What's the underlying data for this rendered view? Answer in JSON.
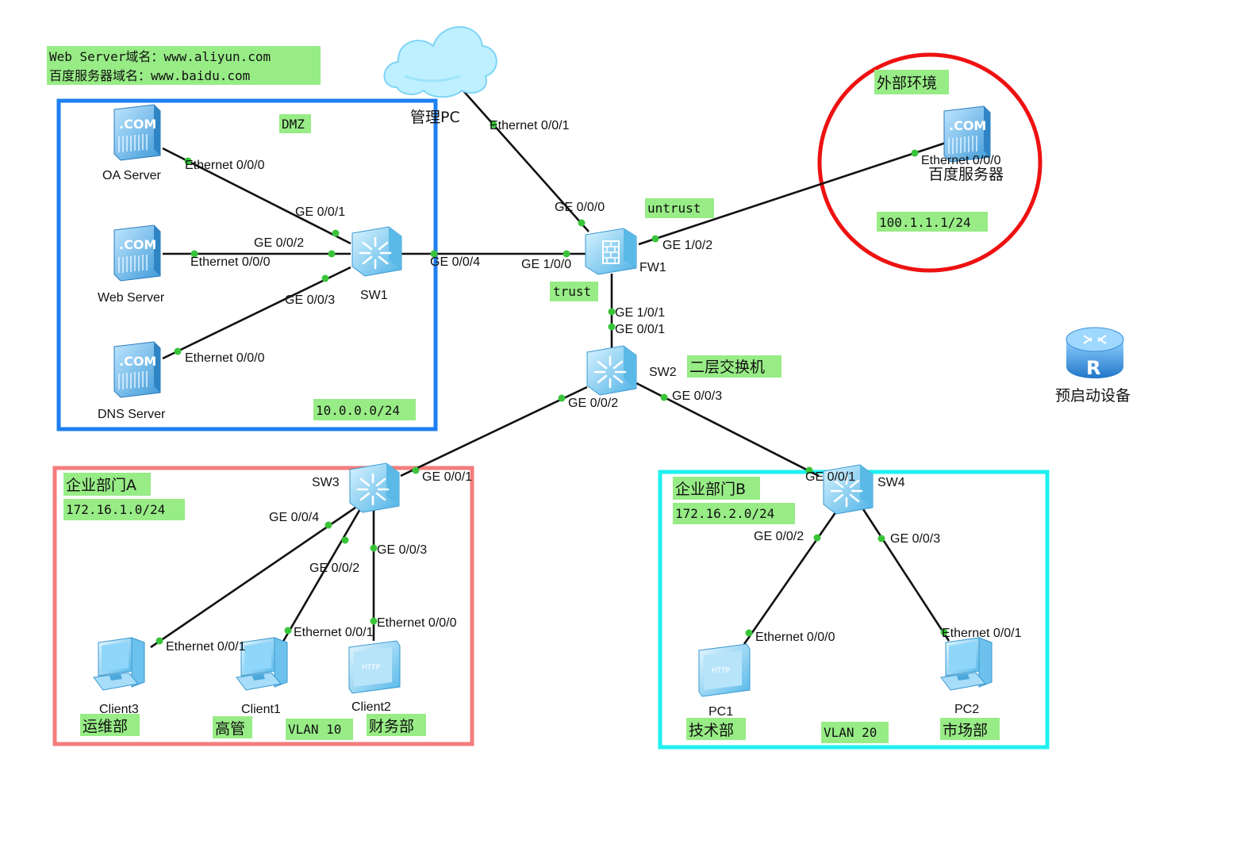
{
  "notes": {
    "web_server_domain": "Web Server域名：www.aliyun.com",
    "baidu_domain": "百度服务器域名：www.baidu.com"
  },
  "zones": {
    "dmz": {
      "label": "DMZ",
      "subnet": "10.0.0.0/24",
      "color": "#1e7ff0"
    },
    "dept_a": {
      "label": "企业部门A",
      "subnet": "172.16.1.0/24",
      "vlan": "VLAN 10",
      "color": "#f47c7c"
    },
    "dept_b": {
      "label": "企业部门B",
      "subnet": "172.16.2.0/24",
      "vlan": "VLAN 20",
      "color": "#1ff0f0"
    },
    "external": {
      "label": "外部环境",
      "subnet": "100.1.1.1/24",
      "color": "#ee1111"
    }
  },
  "fw_zones": {
    "trust": "trust",
    "untrust": "untrust"
  },
  "devices": {
    "oa_server": "OA Server",
    "web_server": "Web Server",
    "dns_server": "DNS Server",
    "sw1": "SW1",
    "mgmt_pc": "管理PC",
    "fw1": "FW1",
    "baidu_server": "百度服务器",
    "sw2": "SW2",
    "sw2_desc": "二层交换机",
    "router": "预启动设备",
    "sw3": "SW3",
    "sw4": "SW4",
    "client3": "Client3",
    "client1": "Client1",
    "client2": "Client2",
    "pc1": "PC1",
    "pc2": "PC2"
  },
  "departments": {
    "client3": "运维部",
    "client1": "高管",
    "client2": "财务部",
    "pc1": "技术部",
    "pc2": "市场部"
  },
  "ports": {
    "oa_eth": "Ethernet 0/0/0",
    "sw1_ge001": "GE 0/0/1",
    "web_eth": "Ethernet 0/0/0",
    "sw1_ge002": "GE 0/0/2",
    "dns_eth": "Ethernet 0/0/0",
    "sw1_ge003": "GE 0/0/3",
    "sw1_ge004": "GE 0/0/4",
    "fw_ge100": "GE 1/0/0",
    "cloud_eth": "Ethernet 0/0/1",
    "fw_ge000": "GE 0/0/0",
    "fw_ge102": "GE 1/0/2",
    "baidu_eth": "Ethernet 0/0/0",
    "fw_ge101": "GE 1/0/1",
    "sw2_ge001": "GE 0/0/1",
    "sw2_ge002": "GE 0/0/2",
    "sw2_ge003": "GE 0/0/3",
    "sw3_ge001": "GE 0/0/1",
    "sw3_ge004": "GE 0/0/4",
    "sw3_ge002": "GE 0/0/2",
    "sw3_ge003": "GE 0/0/3",
    "client3_eth": "Ethernet 0/0/1",
    "client1_eth": "Ethernet 0/0/1",
    "client2_eth": "Ethernet 0/0/0",
    "sw4_ge001": "GE 0/0/1",
    "sw4_ge002": "GE 0/0/2",
    "sw4_ge003": "GE 0/0/3",
    "pc1_eth": "Ethernet 0/0/0",
    "pc2_eth": "Ethernet 0/0/1"
  }
}
